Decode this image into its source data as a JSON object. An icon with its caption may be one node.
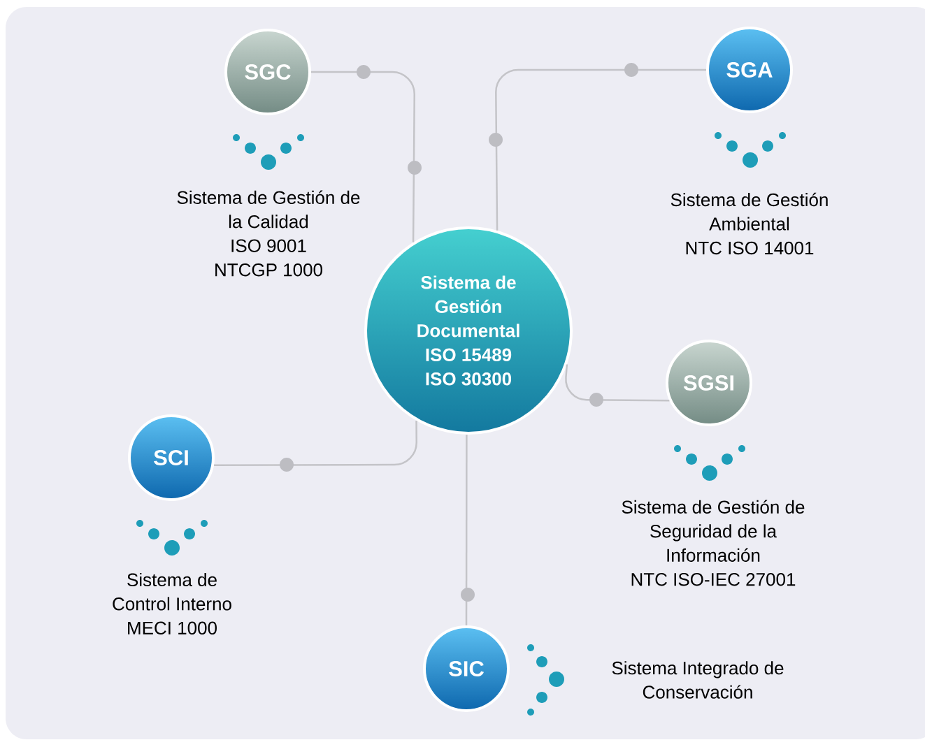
{
  "diagram": {
    "nodes": [
      {
        "text": [
          "Sistema de Gestión Documental",
          "ISO 15489",
          "ISO 30300"
        ]
      },
      {
        "text": [
          "SGC"
        ],
        "beside": [
          "Sistema de Gestión de la Calidad",
          "ISO 9001",
          "NTCGP 1000"
        ]
      },
      {
        "text": [
          "SGA"
        ],
        "beside": [
          "Sistema de Gestión Ambiental",
          "NTC ISO 14001"
        ]
      },
      {
        "text": [
          "SGSI"
        ],
        "beside": [
          "Sistema de Gestión de Seguridad de la Información",
          "NTC ISO-IEC 27001"
        ]
      },
      {
        "text": [
          "SCI"
        ],
        "beside": [
          "Sistema de Control Interno",
          "MECI 1000"
        ]
      },
      {
        "text": [
          "SIC"
        ]
      }
    ],
    "edges": [
      {
        "from": 0,
        "to": 1,
        "arrow": "none"
      },
      {
        "from": 0,
        "to": 2,
        "arrow": "none"
      },
      {
        "from": 0,
        "to": 3,
        "arrow": "none"
      },
      {
        "from": 0,
        "to": 4,
        "arrow": "none"
      },
      {
        "from": 0,
        "to": 5,
        "arrow": "none"
      }
    ],
    "labels": [
      "Sistema Integrado de Conservación"
    ]
  }
}
